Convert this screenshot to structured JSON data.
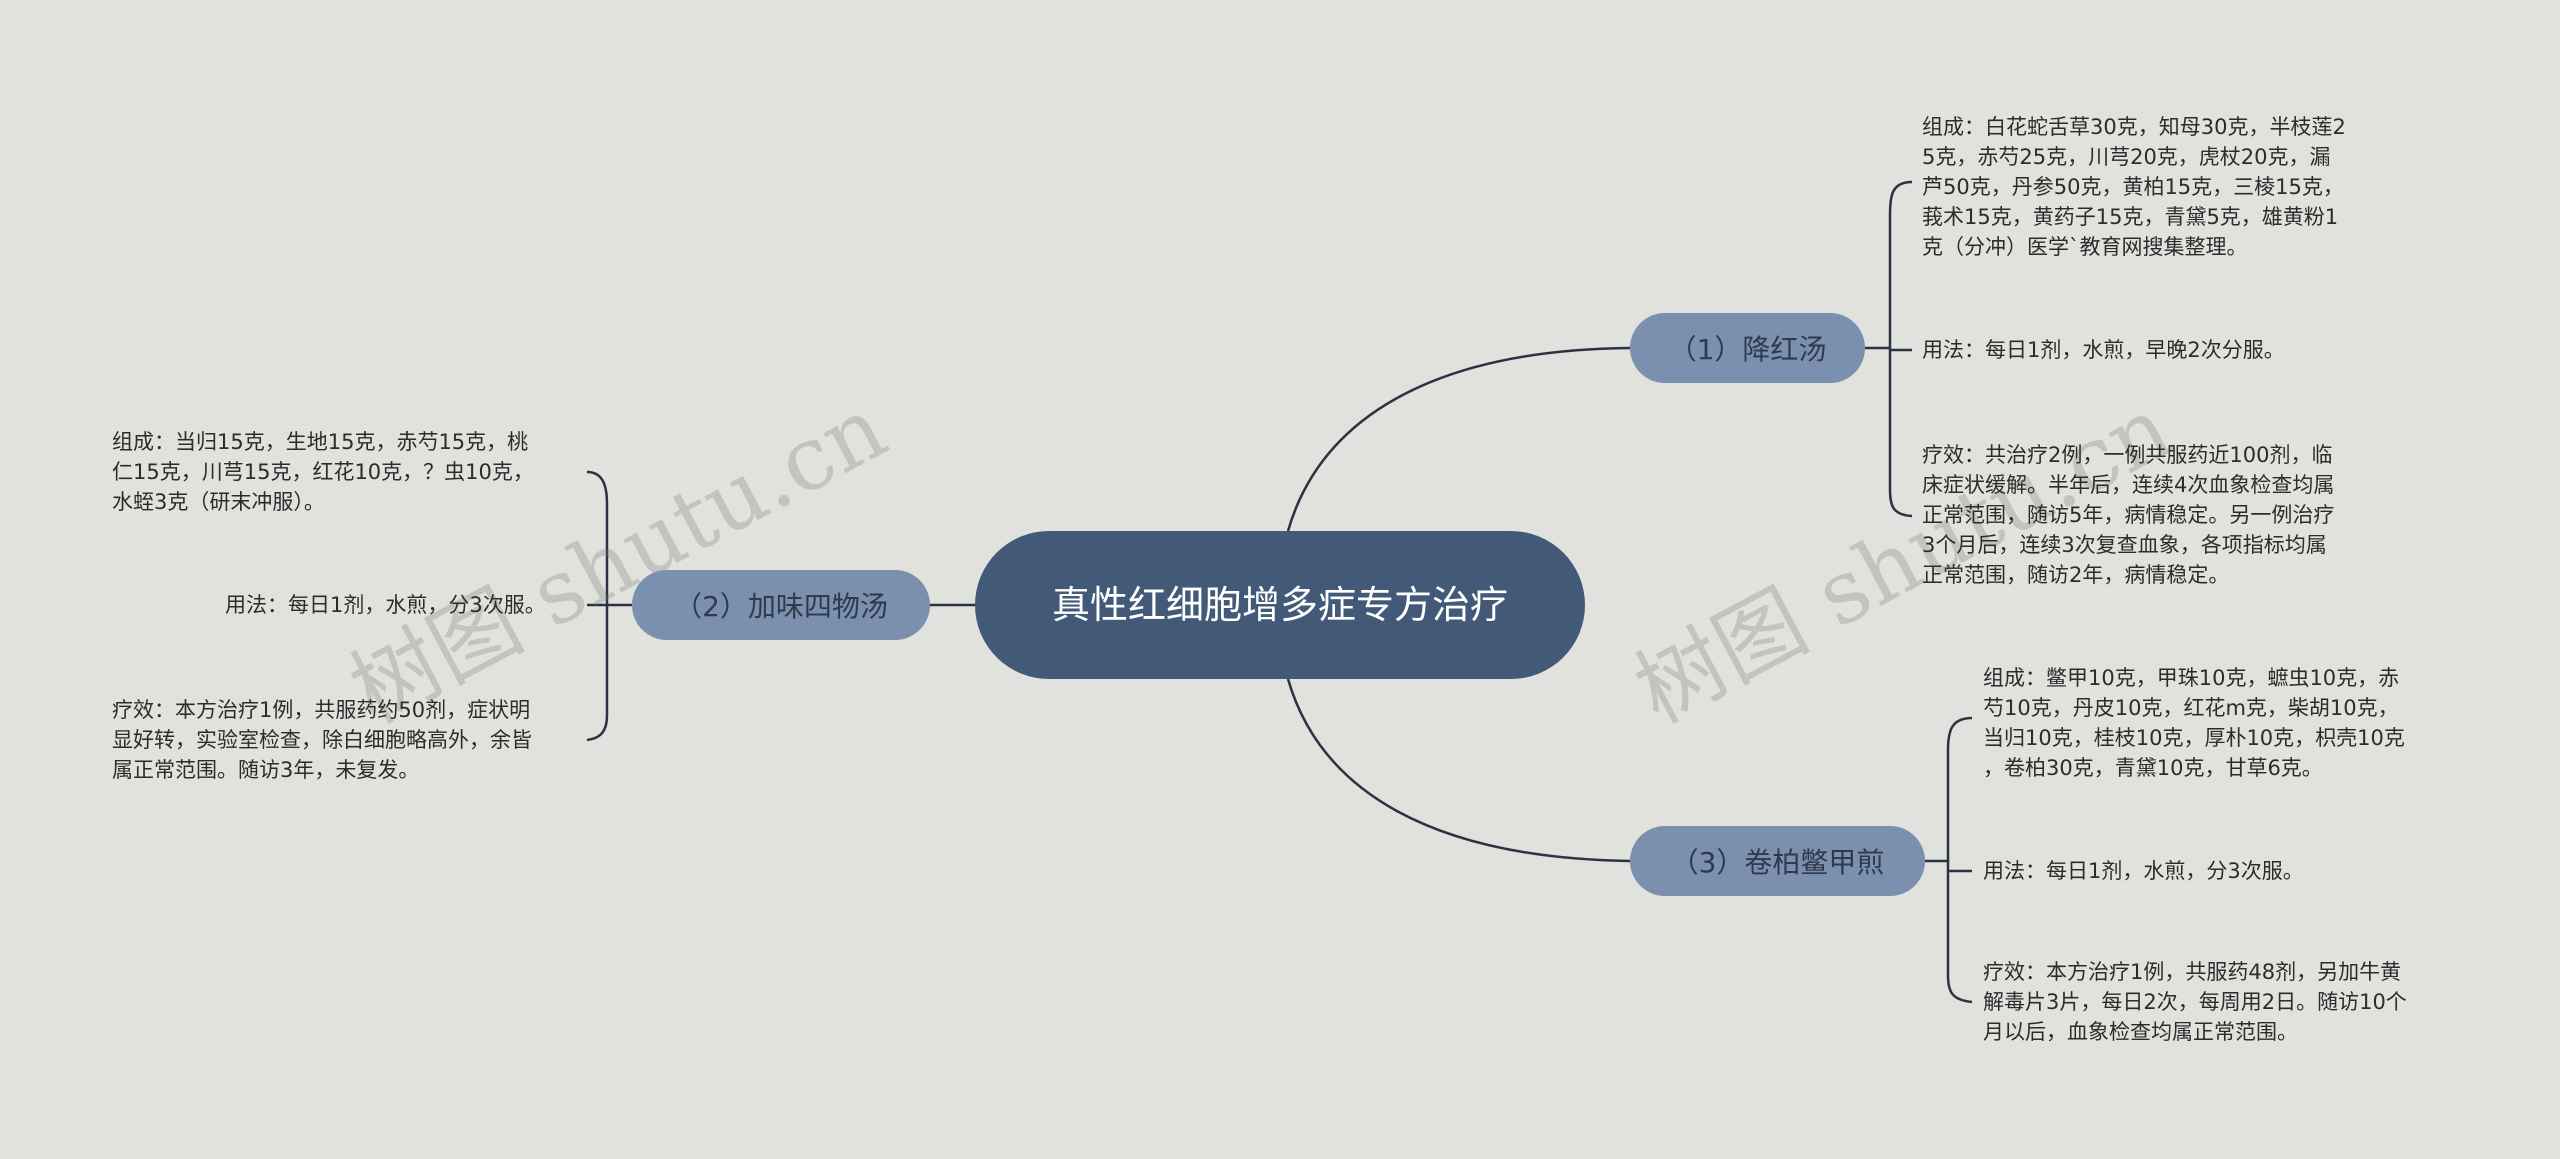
{
  "root": {
    "title": "真性红细胞增多症专方治疗"
  },
  "branches": [
    {
      "label": "（1）降红汤",
      "leaves": [
        "组成：白花蛇舌草30克，知母30克，半枝莲2\n5克，赤芍25克，川芎20克，虎杖20克，漏\n芦50克，丹参50克，黄柏15克，三棱15克，\n莪术15克，黄药子15克，青黛5克，雄黄粉1\n克（分冲）医学`教育网搜集整理。",
        "用法：每日1剂，水煎，早晚2次分服。",
        "疗效：共治疗2例，一例共服药近100剂，临\n床症状缓解。半年后，连续4次血象检查均属\n正常范围，随访5年，病情稳定。另一例治疗\n3个月后，连续3次复查血象，各项指标均属\n正常范围，随访2年，病情稳定。"
      ]
    },
    {
      "label": "（2）加味四物汤",
      "leaves": [
        "组成：当归15克，生地15克，赤芍15克，桃\n仁15克，川芎15克，红花10克，？虫10克，\n水蛭3克（研末冲服）。",
        "用法：每日1剂，水煎，分3次服。",
        "疗效：本方治疗1例，共服药约50剂，症状明\n显好转，实验室检查，除白细胞略高外，余皆\n属正常范围。随访3年，未复发。"
      ]
    },
    {
      "label": "（3）卷柏鳖甲煎",
      "leaves": [
        "组成：鳖甲10克，甲珠10克，蟅虫10克，赤\n芍10克，丹皮10克，红花m克，柴胡10克，\n当归10克，桂枝10克，厚朴10克，枳壳10克\n，卷柏30克，青黛10克，甘草6克。",
        "用法：每日1剂，水煎，分3次服。",
        "疗效：本方治疗1例，共服药48剂，另加牛黄\n解毒片3片，每日2次，每周用2日。随访10个\n月以后，血象检查均属正常范围。"
      ]
    }
  ],
  "watermark": "树图 shutu.cn",
  "colors": {
    "background": "#e1e1dd",
    "root_fill": "#425a78",
    "branch_fill": "#7b8fae",
    "connector": "#2a3342"
  }
}
